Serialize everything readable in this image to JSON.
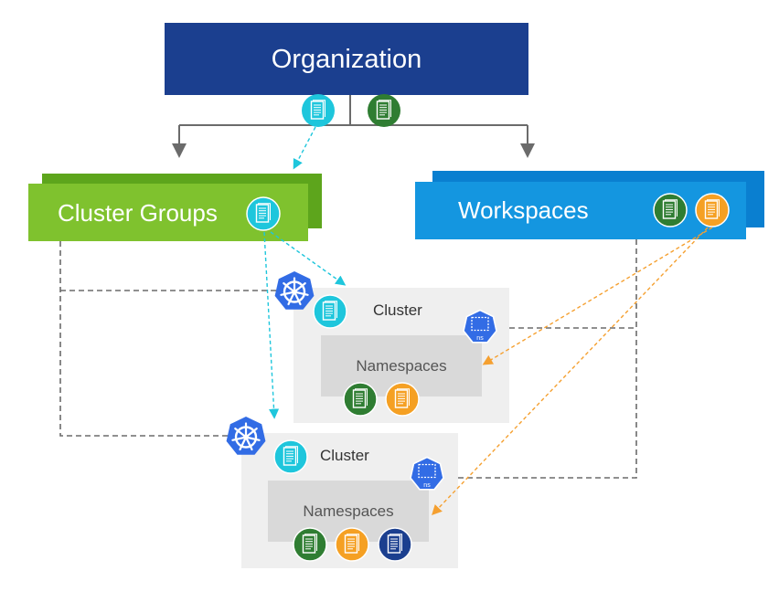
{
  "organization": {
    "label": "Organization",
    "color": "#1b3f8f"
  },
  "cluster_groups": {
    "label": "Cluster Groups",
    "color": "#7fc22e",
    "shadow_color": "#5da51c"
  },
  "workspaces": {
    "label": "Workspaces",
    "color": "#1496e0",
    "shadow_color": "#0a7fd0"
  },
  "clusters": [
    {
      "label": "Cluster",
      "namespaces_label": "Namespaces",
      "ns_badge": "ns"
    },
    {
      "label": "Cluster",
      "namespaces_label": "Namespaces",
      "ns_badge": "ns"
    }
  ],
  "policy_colors": {
    "cyan": "#1ec6dc",
    "green": "#2f7d32",
    "orange": "#f5a023",
    "navy": "#1b3f8f"
  },
  "icons": {
    "policy": "policy-document-icon",
    "kubernetes": "kubernetes-helm-icon",
    "namespace": "namespace-icon"
  }
}
